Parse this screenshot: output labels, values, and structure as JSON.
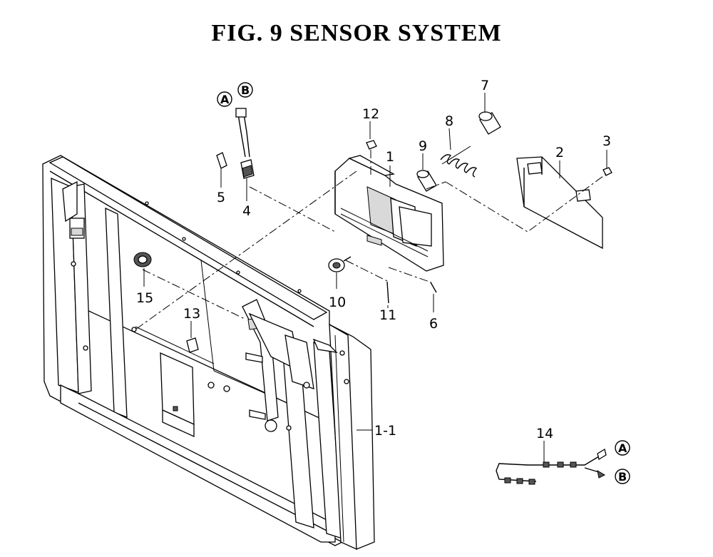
{
  "title": "FIG. 9  SENSOR SYSTEM",
  "callouts": {
    "c1": "1",
    "c2": "2",
    "c3": "3",
    "c4": "4",
    "c5": "5",
    "c6": "6",
    "c7": "7",
    "c8": "8",
    "c9": "9",
    "c10": "10",
    "c11": "11",
    "c12": "12",
    "c13": "13",
    "c14": "14",
    "c15": "15",
    "c1_1": "1-1"
  },
  "connectors": {
    "a_top": "A",
    "b_top": "B",
    "a_right": "A",
    "b_right": "B"
  }
}
